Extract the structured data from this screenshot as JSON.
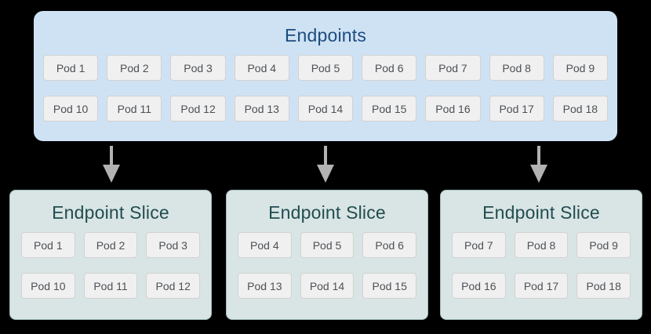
{
  "colors": {
    "background": "#000000",
    "endpoints_fill": "#cfe2f4",
    "endpoints_title_text": "#1b4c7d",
    "slice_fill": "#d8e5e4",
    "slice_border": "#a2bcbc",
    "slice_title_text": "#224c50",
    "pod_fill": "#f0f0f0",
    "pod_border": "#d2d2d2",
    "pod_text": "#4d5156",
    "arrow": "#b2b2b2"
  },
  "endpoints": {
    "title": "Endpoints",
    "rows": [
      [
        "Pod 1",
        "Pod 2",
        "Pod 3",
        "Pod 4",
        "Pod 5",
        "Pod 6",
        "Pod 7",
        "Pod 8",
        "Pod 9"
      ],
      [
        "Pod 10",
        "Pod 11",
        "Pod 12",
        "Pod 13",
        "Pod 14",
        "Pod 15",
        "Pod 16",
        "Pod 17",
        "Pod 18"
      ]
    ]
  },
  "arrows": [
    "down-arrow",
    "down-arrow",
    "down-arrow"
  ],
  "slices": [
    {
      "title": "Endpoint Slice",
      "rows": [
        [
          "Pod 1",
          "Pod 2",
          "Pod 3"
        ],
        [
          "Pod 10",
          "Pod 11",
          "Pod 12"
        ]
      ]
    },
    {
      "title": "Endpoint Slice",
      "rows": [
        [
          "Pod 4",
          "Pod 5",
          "Pod 6"
        ],
        [
          "Pod 13",
          "Pod 14",
          "Pod 15"
        ]
      ]
    },
    {
      "title": "Endpoint Slice",
      "rows": [
        [
          "Pod 7",
          "Pod 8",
          "Pod 9"
        ],
        [
          "Pod 16",
          "Pod 17",
          "Pod 18"
        ]
      ]
    }
  ]
}
